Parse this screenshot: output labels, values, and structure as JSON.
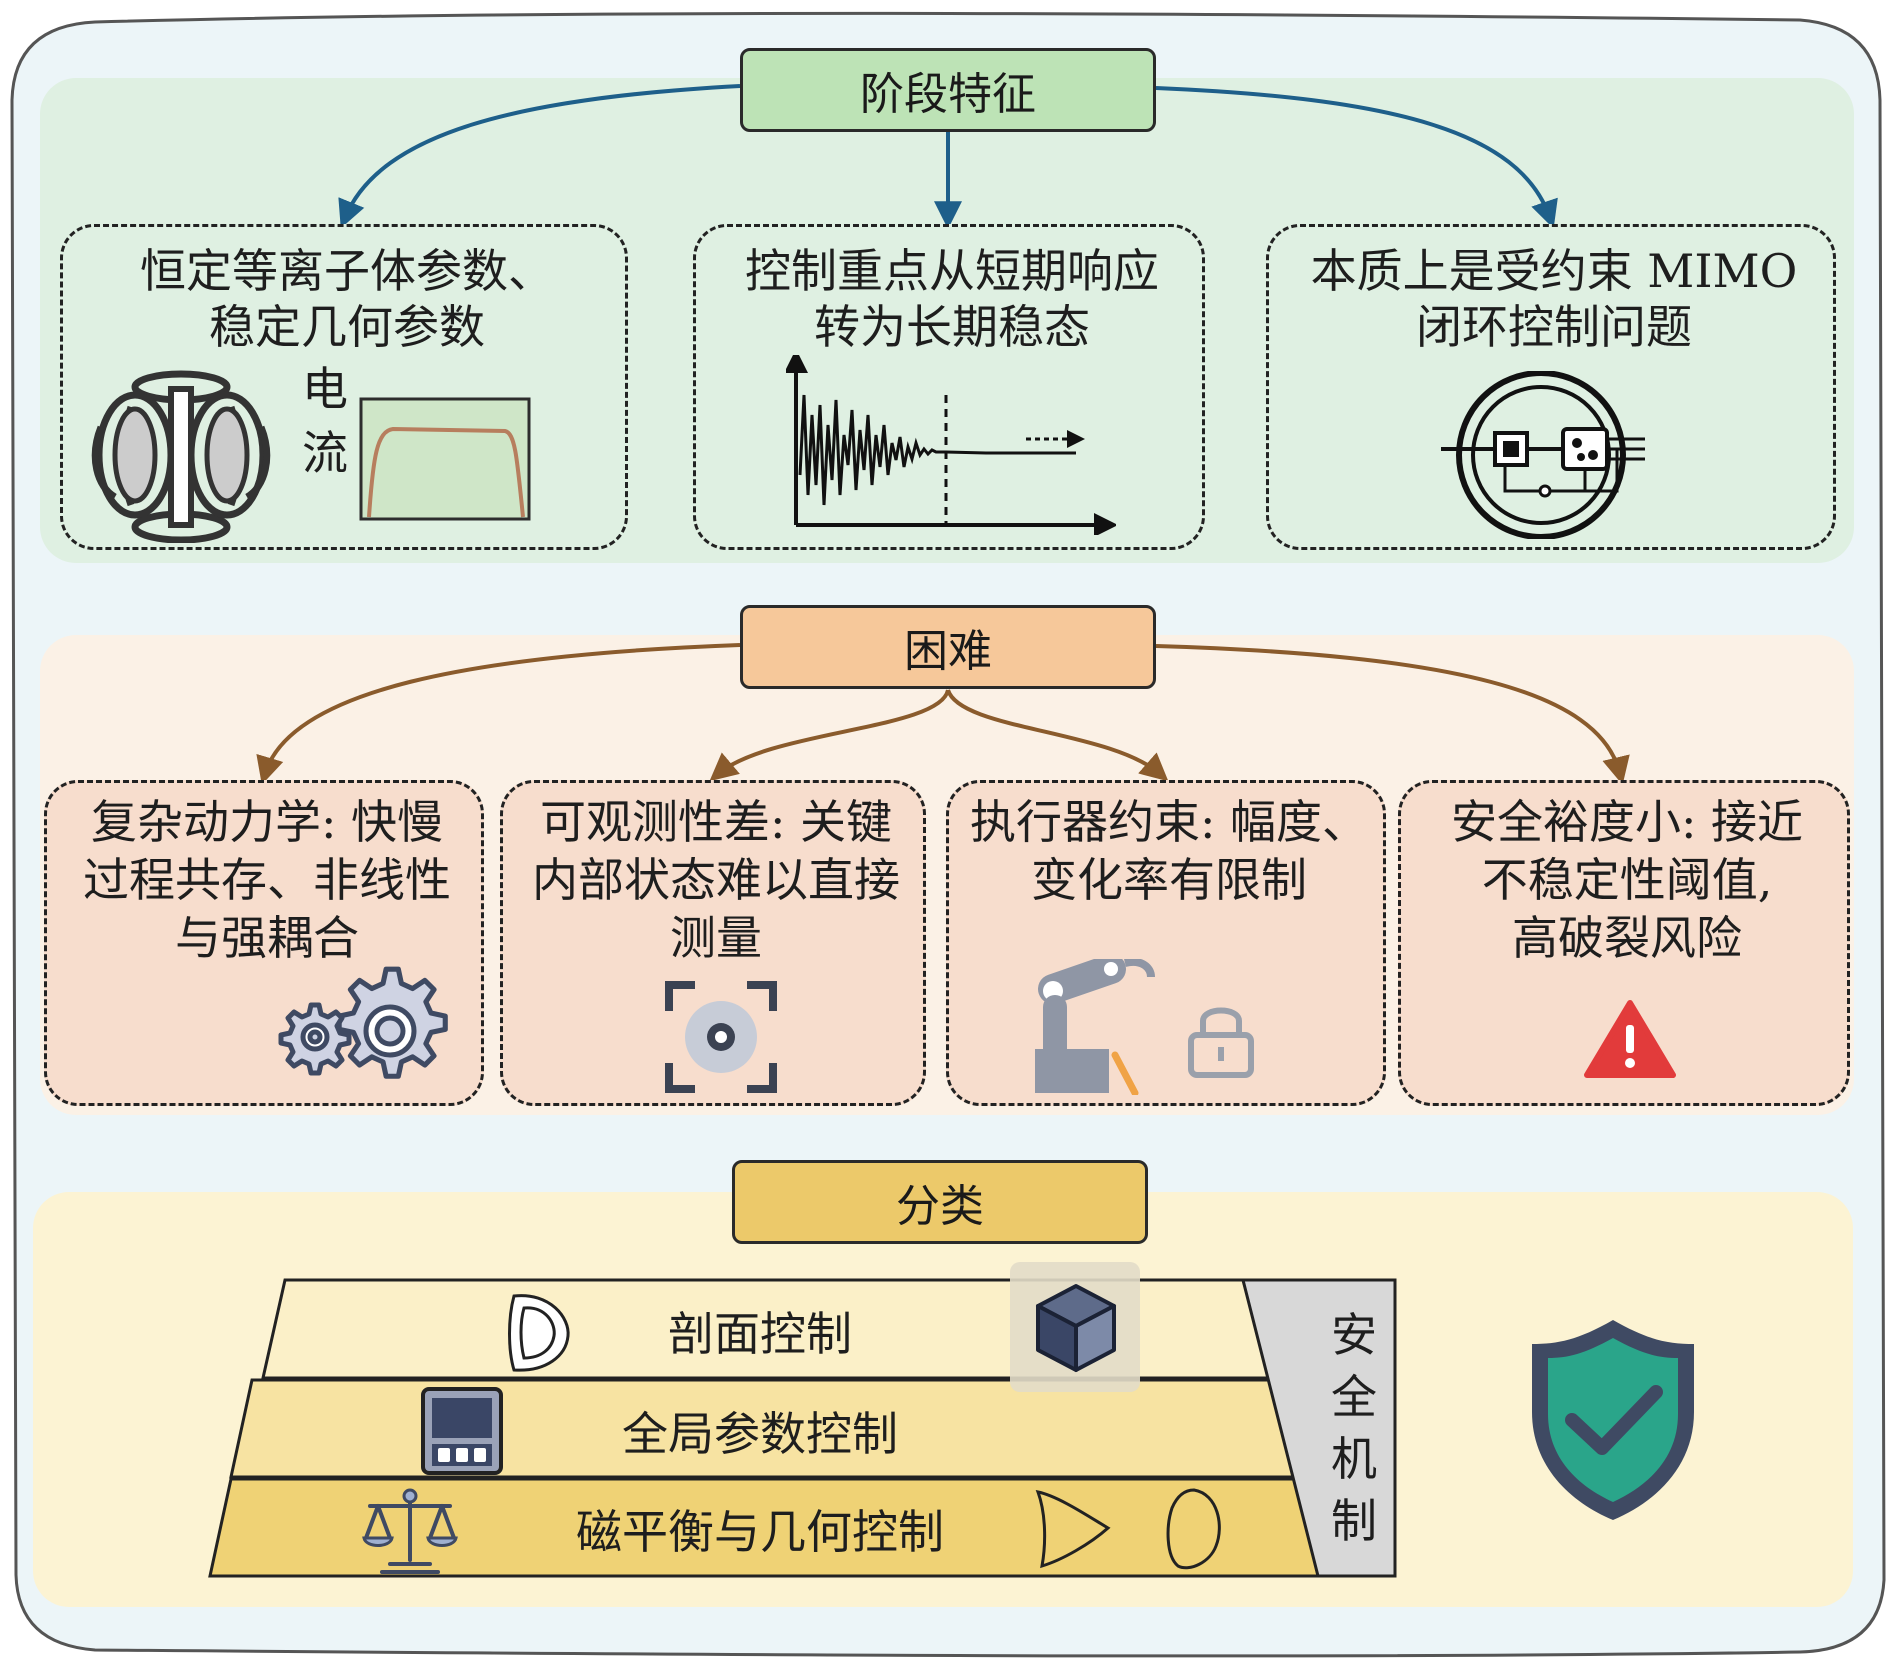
{
  "stage": {
    "title": "阶段特征",
    "cards": [
      {
        "text": "恒定等离子体参数、\n稳定几何参数",
        "label_current": "电\n流",
        "icon": "tokamak-coil-icon"
      },
      {
        "text": "控制重点从短期响应\n转为长期稳态",
        "icon": "damped-oscillation-plot"
      },
      {
        "text": "本质上是受约束 MIMO\n闭环控制问题",
        "icon": "closed-loop-circuit-icon"
      }
    ]
  },
  "difficulty": {
    "title": "困难",
    "cards": [
      {
        "text": "复杂动力学: 快慢\n过程共存、非线性\n与强耦合",
        "icon": "gears-icon"
      },
      {
        "text": "可观测性差: 关键\n内部状态难以直接\n测量",
        "icon": "camera-focus-icon"
      },
      {
        "text": "执行器约束: 幅度、\n变化率有限制",
        "icon": "robot-arm-lock-icon"
      },
      {
        "text": "安全裕度小: 接近\n不稳定性阈值,\n高破裂风险",
        "icon": "warning-icon"
      }
    ]
  },
  "classification": {
    "title": "分类",
    "tiers": [
      {
        "label": "剖面控制",
        "icons": [
          "plasma-shape-icon",
          "cube-icon"
        ]
      },
      {
        "label": "全局参数控制",
        "icons": [
          "control-panel-icon"
        ]
      },
      {
        "label": "磁平衡与几何控制",
        "icons": [
          "balance-scale-icon",
          "triangular-shape-icon",
          "oval-shape-icon"
        ]
      }
    ],
    "safety_label": "安\n全\n机\n制",
    "safety_icon": "shield-check-icon"
  },
  "colors": {
    "stage_band": "#dff0e2",
    "stage_header": "#bde3b6",
    "difficulty_band": "#fbf1e6",
    "difficulty_header": "#f6c89a",
    "difficulty_card": "#f7ddcd",
    "class_band": "#fcf3d3",
    "class_header": "#ecc96a",
    "tier_top": "#fbf0c8",
    "tier_mid": "#f7e3a2",
    "tier_bottom": "#efd275",
    "blue_arrow": "#1e5f8a",
    "brown_arrow": "#8a5b2c",
    "shield_green": "#2aa58a",
    "warning_red": "#e23b3b"
  }
}
